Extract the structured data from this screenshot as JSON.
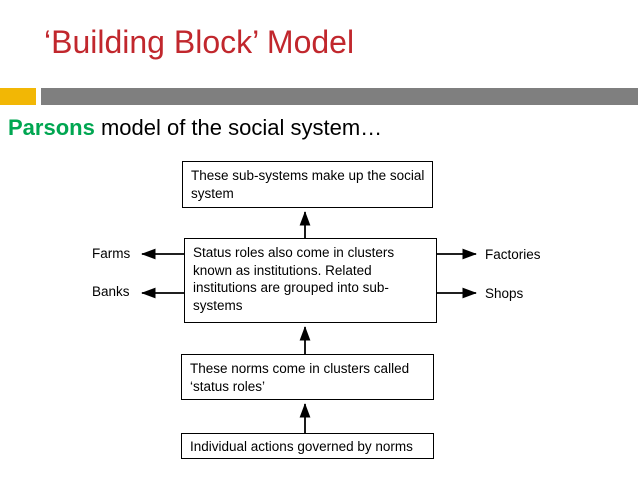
{
  "slide": {
    "title": "‘Building Block’ Model",
    "subtitle_accent": "Parsons",
    "subtitle_rest": " model of the social system…",
    "accent_color": "#00A651",
    "title_color": "#C1272D",
    "rule_accent_color": "#F2B705",
    "rule_bar_color": "#7F7F7F"
  },
  "diagram": {
    "boxes": [
      {
        "id": "subsystems",
        "text": "These sub-systems make up the social system"
      },
      {
        "id": "status",
        "text": "Status roles also come in clusters known as institutions. Related institutions are grouped into sub-systems"
      },
      {
        "id": "norms",
        "text": "These norms come in clusters called ‘status roles’"
      },
      {
        "id": "individual",
        "text": "Individual actions governed by norms"
      }
    ],
    "side_labels": {
      "left": [
        {
          "id": "farms",
          "text": "Farms"
        },
        {
          "id": "banks",
          "text": "Banks"
        }
      ],
      "right": [
        {
          "id": "factories",
          "text": "Factories"
        },
        {
          "id": "shops",
          "text": "Shops"
        }
      ]
    },
    "arrows": [
      {
        "id": "individual-to-norms",
        "direction": "up"
      },
      {
        "id": "norms-to-status",
        "direction": "up"
      },
      {
        "id": "status-to-subsystems",
        "direction": "up"
      },
      {
        "id": "status-to-farms",
        "direction": "left"
      },
      {
        "id": "status-to-banks",
        "direction": "left"
      },
      {
        "id": "status-to-factories",
        "direction": "right"
      },
      {
        "id": "status-to-shops",
        "direction": "right"
      }
    ]
  }
}
